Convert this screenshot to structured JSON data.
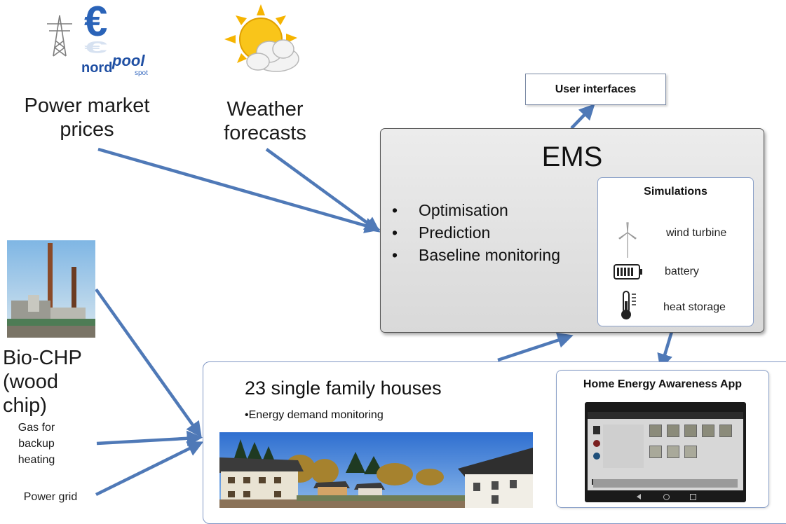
{
  "inputs": {
    "power_market": "Power market\nprices",
    "weather": "Weather\nforecasts",
    "bio_chp": "Bio-CHP\n(wood chip)",
    "gas": "Gas for\nbackup\nheating",
    "power_grid": "Power grid",
    "logo_text": "nordpool spot"
  },
  "user_interfaces": "User interfaces",
  "ems": {
    "title": "EMS",
    "functions": [
      "Optimisation",
      "Prediction",
      "Baseline monitoring"
    ],
    "bullet": "•"
  },
  "simulations": {
    "title": "Simulations",
    "items": [
      {
        "label": "wind turbine",
        "icon": "wind-turbine-icon"
      },
      {
        "label": "battery",
        "icon": "battery-icon"
      },
      {
        "label": "heat storage",
        "icon": "thermometer-icon"
      }
    ]
  },
  "houses": {
    "title": "23 single family houses",
    "bullet": "•Energy demand monitoring"
  },
  "app": {
    "title": "Home Energy Awareness App"
  },
  "colors": {
    "arrow": "#4f79b7",
    "ems_fill": "#e2e2e2",
    "box_border": "#8aa0c8"
  }
}
